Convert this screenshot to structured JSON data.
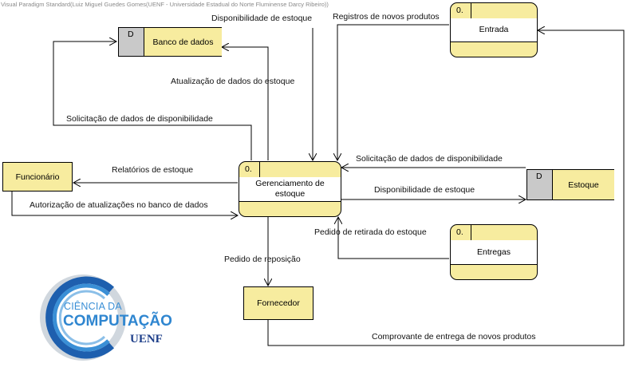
{
  "header": {
    "watermark": "Visual Paradigm Standard(Luiz Miguel Guedes Gomes(UENF - Universidade Estadual do Norte Fluminense Darcy Ribeiro))"
  },
  "processes": {
    "central": {
      "id": "0.",
      "name": "Gerenciamento de estoque"
    },
    "entrada": {
      "id": "0.",
      "name": "Entrada"
    },
    "entregas": {
      "id": "0.",
      "name": "Entregas"
    }
  },
  "entities": {
    "funcionario": "Funcionário",
    "fornecedor": "Fornecedor"
  },
  "stores": {
    "banco": {
      "id": "D",
      "name": "Banco de dados"
    },
    "estoque": {
      "id": "D",
      "name": "Estoque"
    }
  },
  "flows": {
    "disponibilidade_estoque_top": "Disponibilidade de estoque",
    "registros_novos_produtos": "Registros de novos produtos",
    "atualizacao_dados_estoque": "Atualização de dados do estoque",
    "solicitacao_dados_disp_left": "Solicitação de dados de disponibilidade",
    "solicitacao_dados_disp_right": "Solicitação de dados de disponibilidade",
    "relatorios_estoque": "Relatórios de estoque",
    "disponibilidade_estoque_right": "Disponibilidade de estoque",
    "autorizacao_atualizacoes": "Autorização de atualizações no banco de dados",
    "pedido_retirada": "Pedido de retirada do estoque",
    "pedido_reposicao": "Pedido de reposição",
    "comprovante_entrega": "Comprovante de entrega de novos produtos"
  },
  "logo": {
    "line1": "CIÊNCIA DA",
    "line2": "COMPUTAÇÃO",
    "line3": "UENF",
    "colors": {
      "light_blue": "#3a8fd6",
      "dark_blue": "#1e3f8a",
      "ring_gray": "#d0d7de"
    }
  },
  "colors": {
    "node_fill": "#f7ec9f",
    "store_id_fill": "#c9c9c9",
    "line": "#000000"
  }
}
